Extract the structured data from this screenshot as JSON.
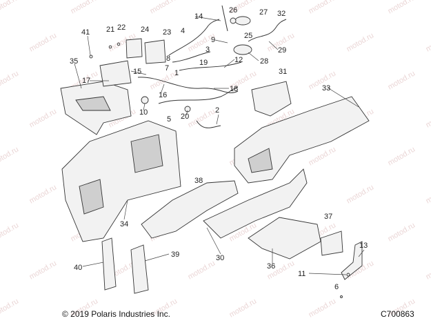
{
  "footer": {
    "copyright": "© 2019 Polaris Industries Inc.",
    "drawing_number": "C700863"
  },
  "watermark": "motod.ru",
  "callouts": [
    "1",
    "2",
    "3",
    "4",
    "5",
    "6",
    "7",
    "8",
    "9",
    "10",
    "11",
    "12",
    "13",
    "14",
    "15",
    "16",
    "17",
    "18",
    "19",
    "20",
    "21",
    "22",
    "23",
    "24",
    "25",
    "26",
    "27",
    "28",
    "29",
    "30",
    "31",
    "32",
    "33",
    "34",
    "35",
    "36",
    "37",
    "38",
    "39",
    "40",
    "41"
  ],
  "colors": {
    "line": "#333333",
    "fill": "#f2f2f2",
    "shade": "#cfcfcf",
    "watermark": "#d9b3b3"
  }
}
